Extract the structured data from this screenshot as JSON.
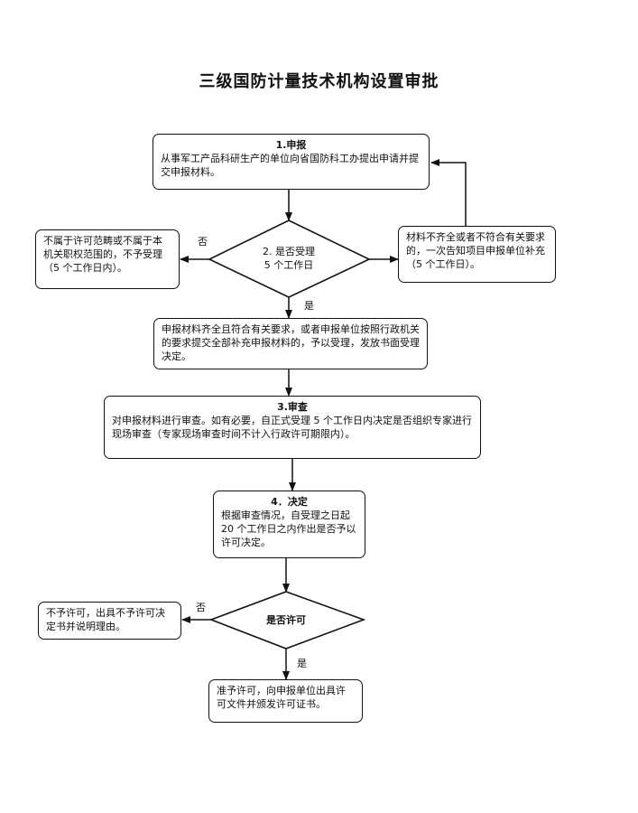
{
  "title": "三级国防计量技术机构设置审批",
  "apply": {
    "heading": "1.申报",
    "text": "从事军工产品科研生产的单位向省国防科工办提出申请并提交申报材料。"
  },
  "accept": {
    "line1": "2. 是否受理",
    "line2": "5 个工作日"
  },
  "reject_scope": "不属于许可范畴或不属于本机关职权范围的，不予受理（5 个工作日内）。",
  "supplement": "材料不齐全或者不符合有关要求的，一次告知项目申报单位补充（5 个工作日）。",
  "accepted": "申报材料齐全且符合有关要求，或者申报单位按照行政机关的要求提交全部补充申报材料的，予以受理，发放书面受理决定。",
  "review": {
    "heading": "3.审查",
    "text": "对申报材料进行审查。如有必要，自正式受理 5 个工作日内决定是否组织专家进行现场审查（专家现场审查时间不计入行政许可期限内）。"
  },
  "decision": {
    "heading": "4．决定",
    "text": "根据审查情况，自受理之日起 20 个工作日之内作出是否予以许可决定。"
  },
  "permit_q": "是否许可",
  "deny": "不予许可，出具不予许可决定书并说明理由。",
  "grant": "准予许可，向申报单位出具许可文件并颁发许可证书。",
  "labels": {
    "no1": "否",
    "yes1": "是",
    "no2": "否",
    "yes2": "是"
  }
}
